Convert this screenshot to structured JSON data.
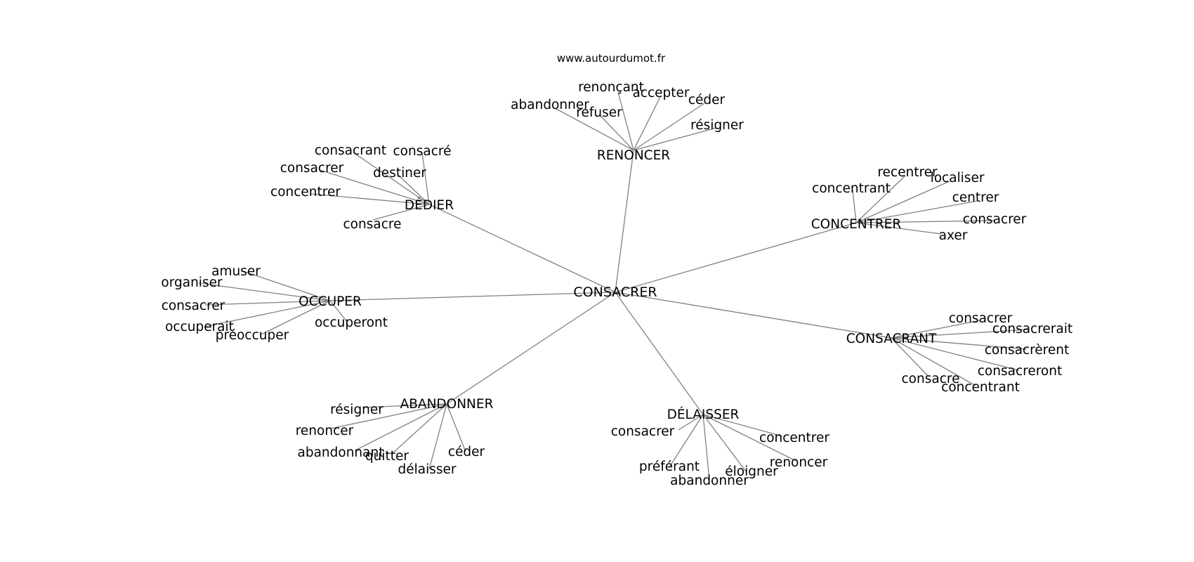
{
  "watermark": "www.autourdumot.fr",
  "graph": {
    "center": "CONSACRER",
    "hubs": [
      {
        "id": "renoncer",
        "label": "RENONCER",
        "leaves": [
          "renonçant",
          "accepter",
          "céder",
          "abandonner",
          "refuser",
          "résigner"
        ]
      },
      {
        "id": "dedier",
        "label": "DÉDIER",
        "leaves": [
          "consacrant",
          "consacré",
          "consacrer",
          "destiner",
          "concentrer",
          "consacre"
        ]
      },
      {
        "id": "concentrer",
        "label": "CONCENTRER",
        "leaves": [
          "recentrer",
          "localiser",
          "concentrant",
          "centrer",
          "consacrer",
          "axer"
        ]
      },
      {
        "id": "occuper",
        "label": "OCCUPER",
        "leaves": [
          "amuser",
          "organiser",
          "consacrer",
          "occuperait",
          "préoccuper",
          "occuperont"
        ]
      },
      {
        "id": "consacrant",
        "label": "CONSACRANT",
        "leaves": [
          "consacrer",
          "consacrerait",
          "consacrèrent",
          "consacreront",
          "consacre",
          "concentrant"
        ]
      },
      {
        "id": "abandonner",
        "label": "ABANDONNER",
        "leaves": [
          "résigner",
          "renoncer",
          "abandonnant",
          "quitter",
          "délaisser",
          "céder"
        ]
      },
      {
        "id": "delaisser",
        "label": "DÉLAISSER",
        "leaves": [
          "consacrer",
          "concentrer",
          "renoncer",
          "éloigner",
          "préférant",
          "abandonner"
        ]
      }
    ]
  }
}
